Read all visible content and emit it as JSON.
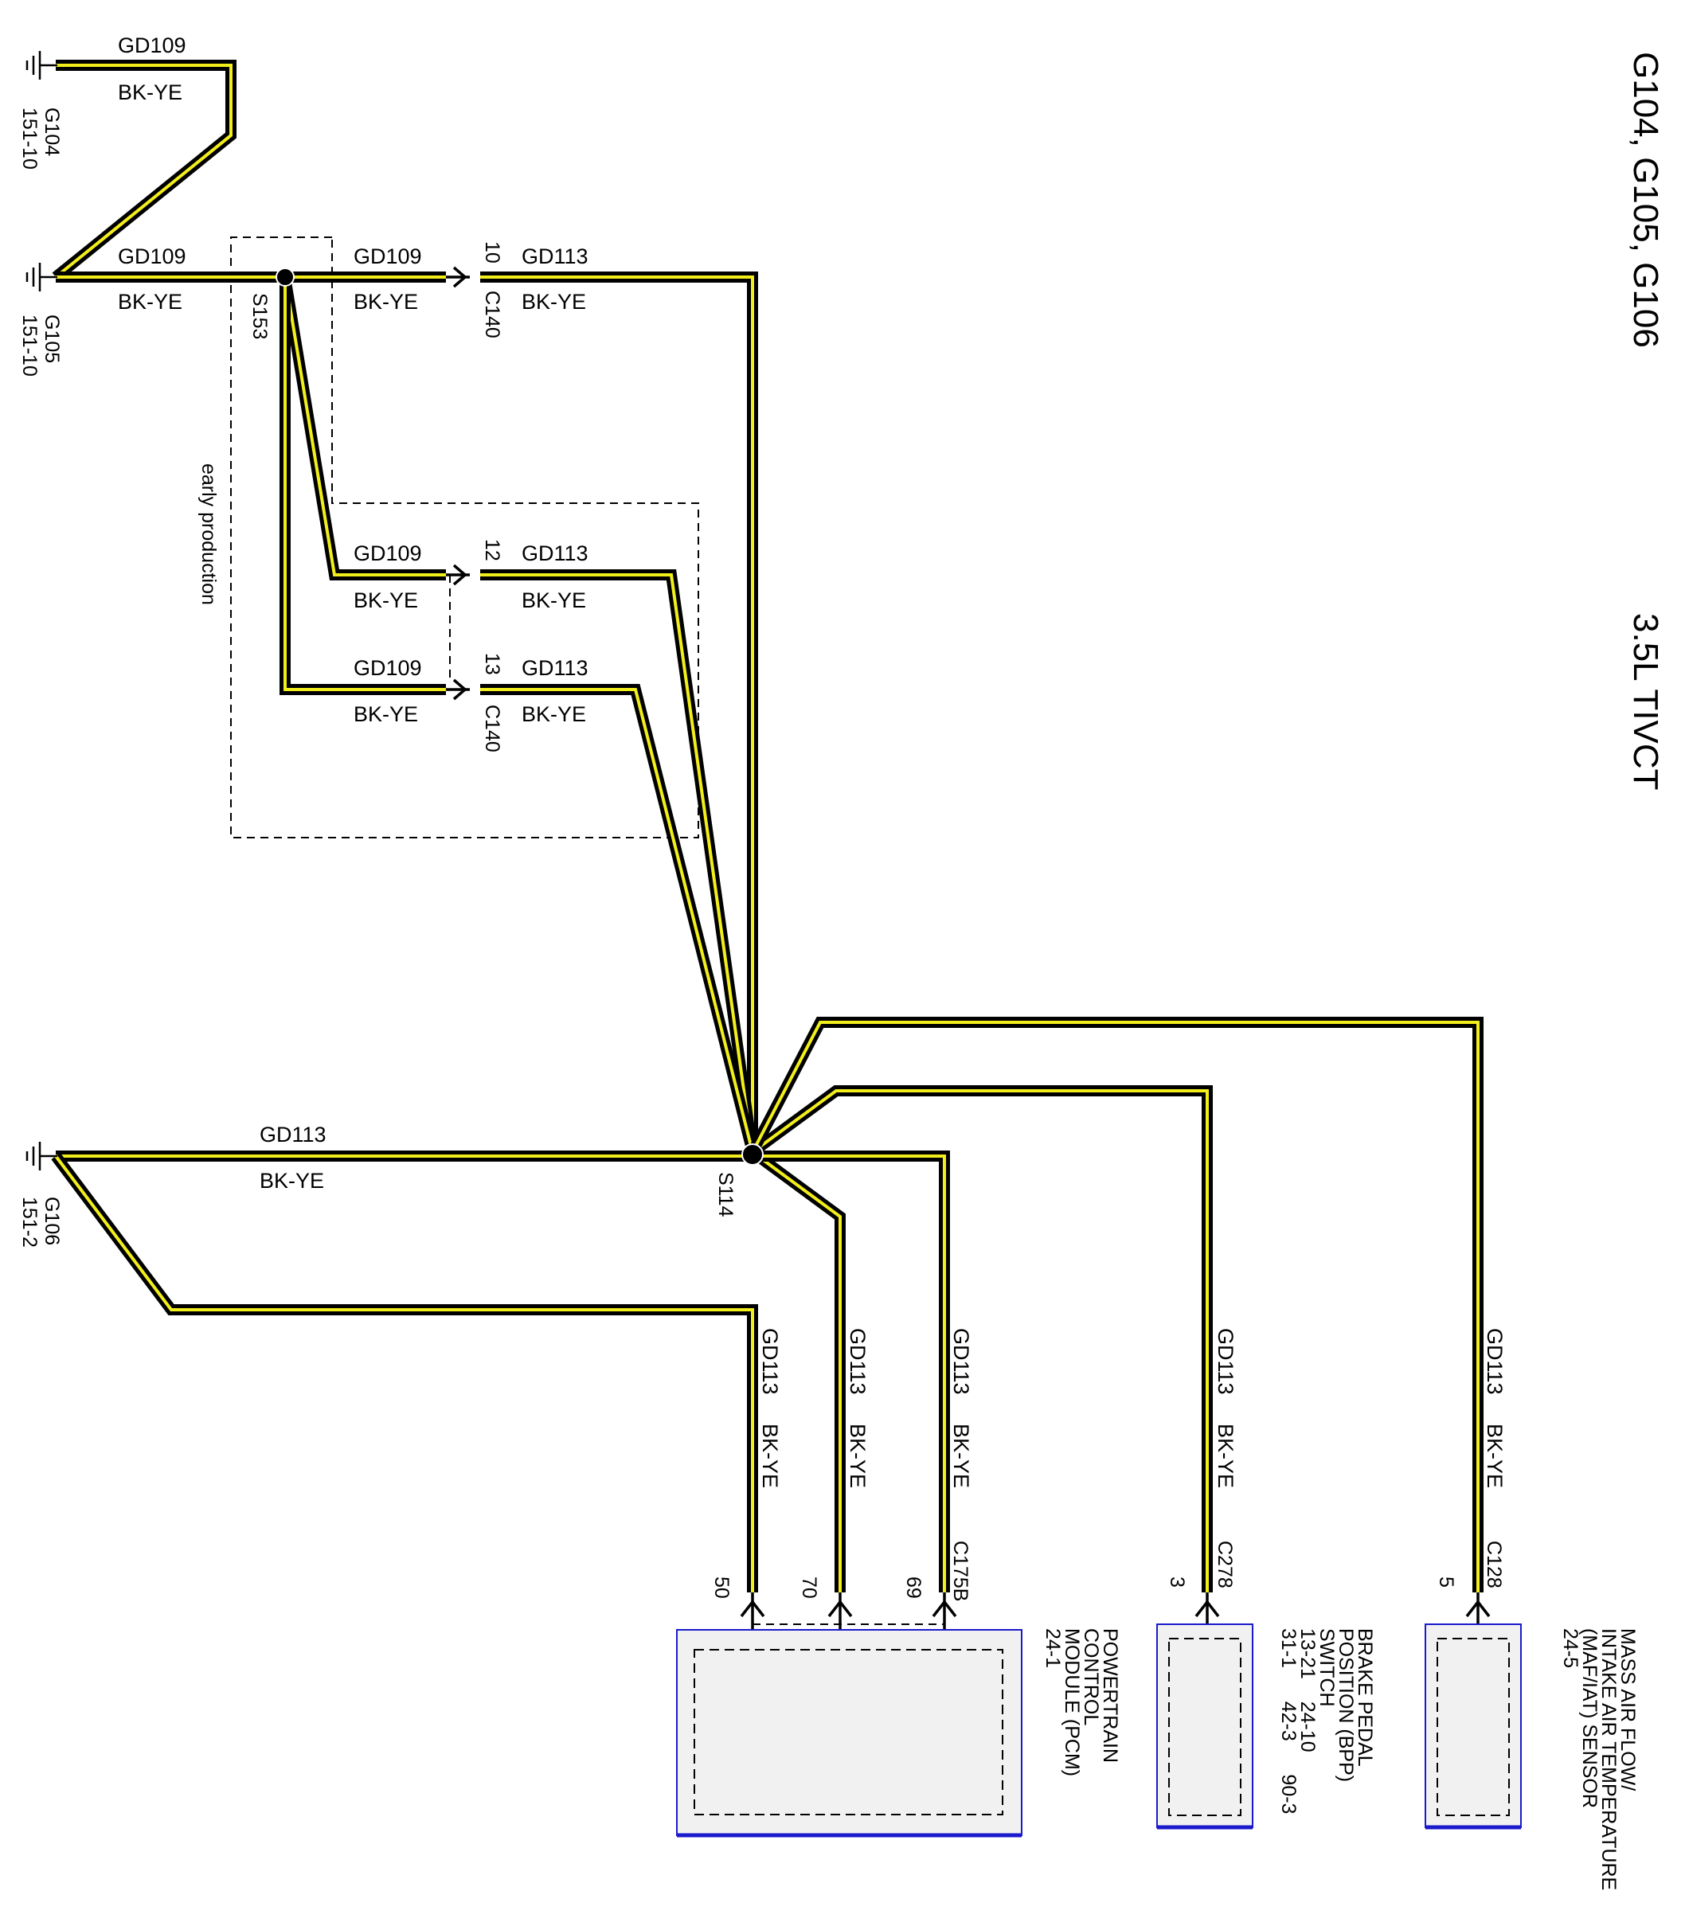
{
  "header": {
    "title": "G104, G105, G106",
    "subtitle": "3.5L TIVCT"
  },
  "wire_colors": {
    "outer": "#000000",
    "stripe": "#f2ee1c"
  },
  "grounds": [
    {
      "id": "g104",
      "name": "G104",
      "ref": "151-10"
    },
    {
      "id": "g105",
      "name": "G105",
      "ref": "151-10"
    },
    {
      "id": "g106",
      "name": "G106",
      "ref": "151-2"
    }
  ],
  "wire_labels": {
    "g104_circuit": "GD109",
    "g104_color": "BK-YE",
    "g105_circuit": "GD109",
    "g105_color": "BK-YE",
    "s153_out_circuit": "GD109",
    "s153_out_color": "BK-YE",
    "c140_10_circuit": "GD113",
    "c140_10_color": "BK-YE",
    "p12_in_circuit": "GD109",
    "p12_in_color": "BK-YE",
    "p12_out_circuit": "GD113",
    "p12_out_color": "BK-YE",
    "p13_in_circuit": "GD109",
    "p13_in_color": "BK-YE",
    "p13_out_circuit": "GD113",
    "p13_out_color": "BK-YE",
    "g106_circuit": "GD113",
    "g106_color": "BK-YE"
  },
  "splices": {
    "s153": "S153",
    "s114": "S114"
  },
  "connectors": {
    "c140_pin10": "10",
    "c140_label_top": "C140",
    "c140_pin12": "12",
    "c140_pin13": "13",
    "c140_label_bottom": "C140"
  },
  "notes": {
    "early_production": "early production"
  },
  "vertical_wires": [
    {
      "id": "w50",
      "circuit": "GD113",
      "color": "BK-YE"
    },
    {
      "id": "w70",
      "circuit": "GD113",
      "color": "BK-YE"
    },
    {
      "id": "w69",
      "circuit": "GD113",
      "color": "BK-YE"
    },
    {
      "id": "w3",
      "circuit": "GD113",
      "color": "BK-YE"
    },
    {
      "id": "w5",
      "circuit": "GD113",
      "color": "BK-YE"
    }
  ],
  "module_connectors": {
    "pcm_connector": "C175B",
    "pcm_pin_50": "50",
    "pcm_pin_70": "70",
    "pcm_pin_69": "69",
    "bpp_connector": "C278",
    "bpp_pin": "3",
    "maf_connector": "C128",
    "maf_pin": "5"
  },
  "modules": {
    "pcm": {
      "lines": [
        "POWERTRAIN",
        "CONTROL",
        "MODULE (PCM)",
        "24-1"
      ]
    },
    "bpp": {
      "lines": [
        "BRAKE PEDAL",
        "POSITION (BPP)",
        "SWITCH",
        "13-21    24-10",
        "31-1      42-3      90-3"
      ]
    },
    "maf": {
      "lines": [
        "MASS AIR FLOW/",
        "INTAKE AIR TEMPERATURE",
        "(MAF/IAT) SENSOR",
        "24-5"
      ]
    }
  }
}
